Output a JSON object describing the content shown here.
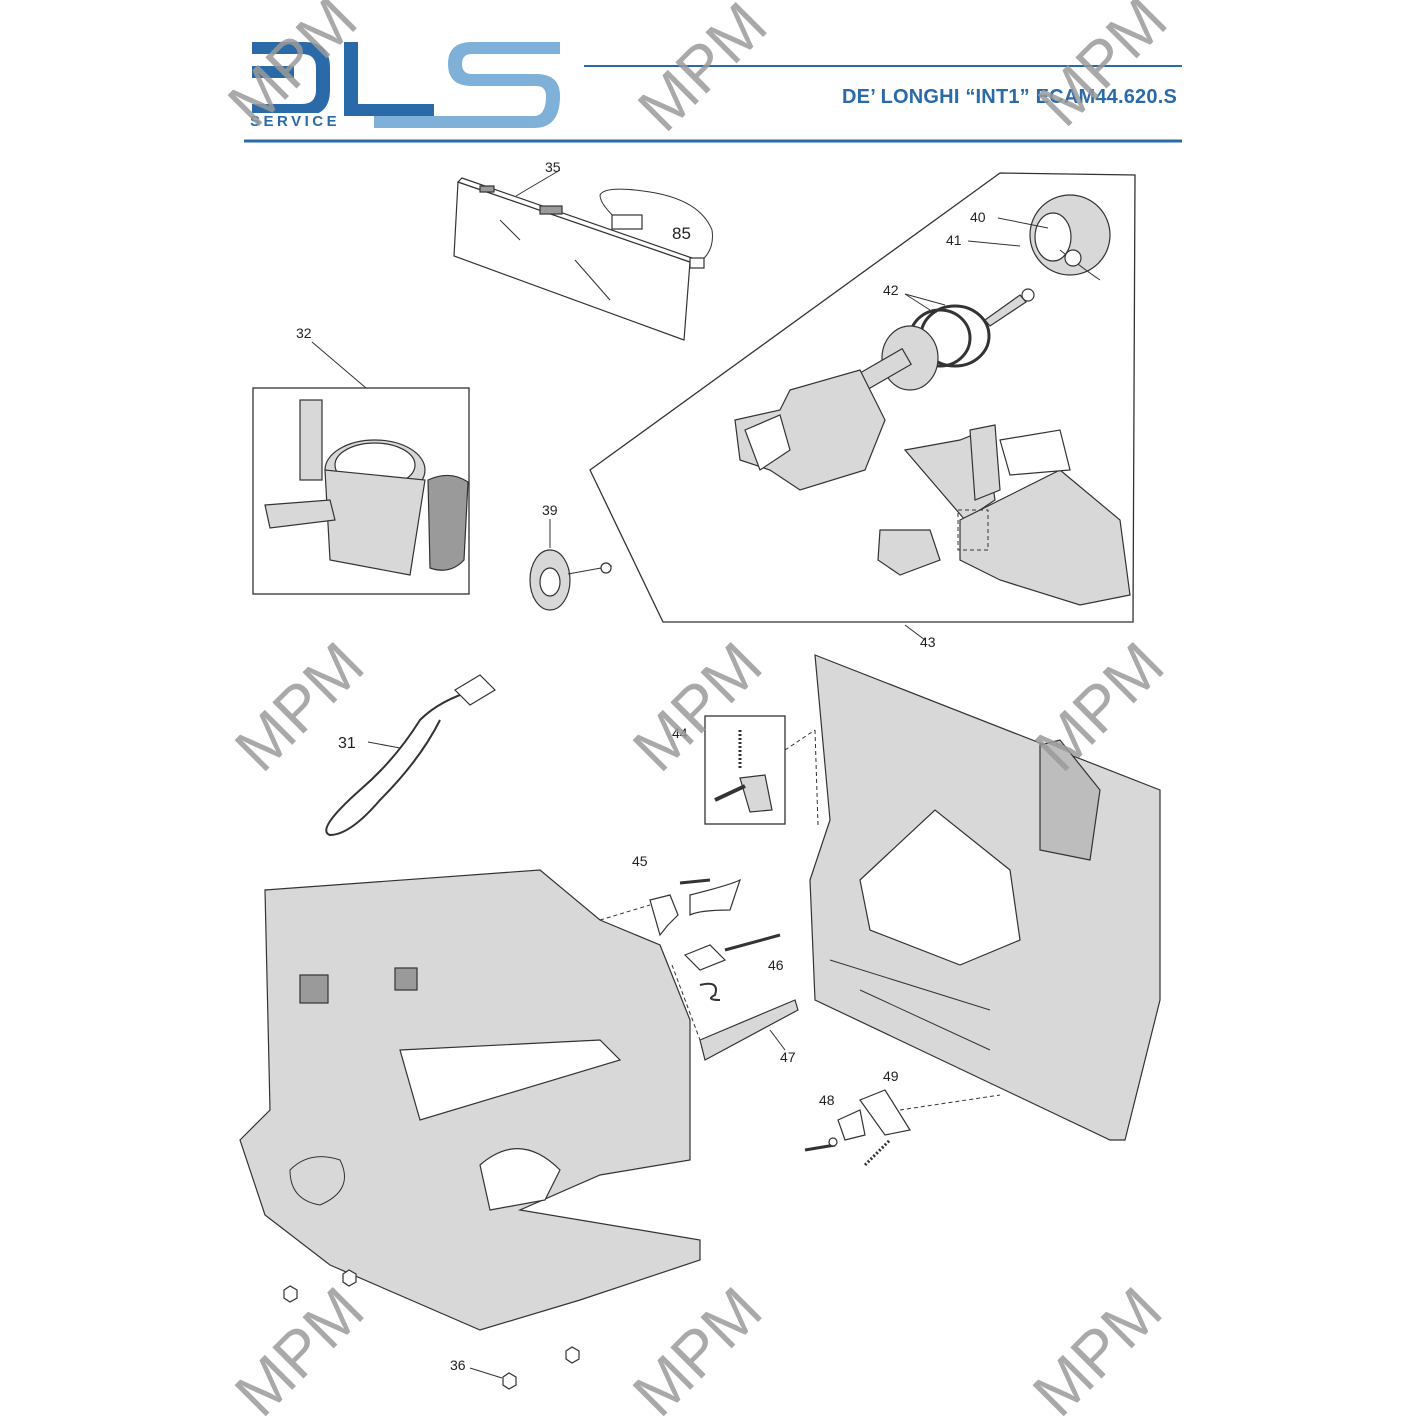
{
  "header": {
    "brand_logo_text": "DLS",
    "brand_logo_sub": "SERVICE",
    "title": "DE’ LONGHI “INT1” ECAM44.620.S"
  },
  "watermark": {
    "text": "MPM"
  },
  "parts": [
    {
      "id": "35",
      "label": "35"
    },
    {
      "id": "85",
      "label": "85"
    },
    {
      "id": "40",
      "label": "40"
    },
    {
      "id": "41",
      "label": "41"
    },
    {
      "id": "42",
      "label": "42"
    },
    {
      "id": "32",
      "label": "32"
    },
    {
      "id": "39",
      "label": "39"
    },
    {
      "id": "43",
      "label": "43"
    },
    {
      "id": "31",
      "label": "31"
    },
    {
      "id": "44",
      "label": "44"
    },
    {
      "id": "45",
      "label": "45"
    },
    {
      "id": "46",
      "label": "46"
    },
    {
      "id": "47",
      "label": "47"
    },
    {
      "id": "48",
      "label": "48"
    },
    {
      "id": "49",
      "label": "49"
    },
    {
      "id": "36",
      "label": "36"
    }
  ],
  "colors": {
    "brand_blue": "#2a6aa8",
    "brand_light": "#7fb0d8",
    "part_fill": "#d8d8d8",
    "part_dark": "#9a9a9a",
    "line": "#333333",
    "watermark": "#9a9a9a"
  }
}
